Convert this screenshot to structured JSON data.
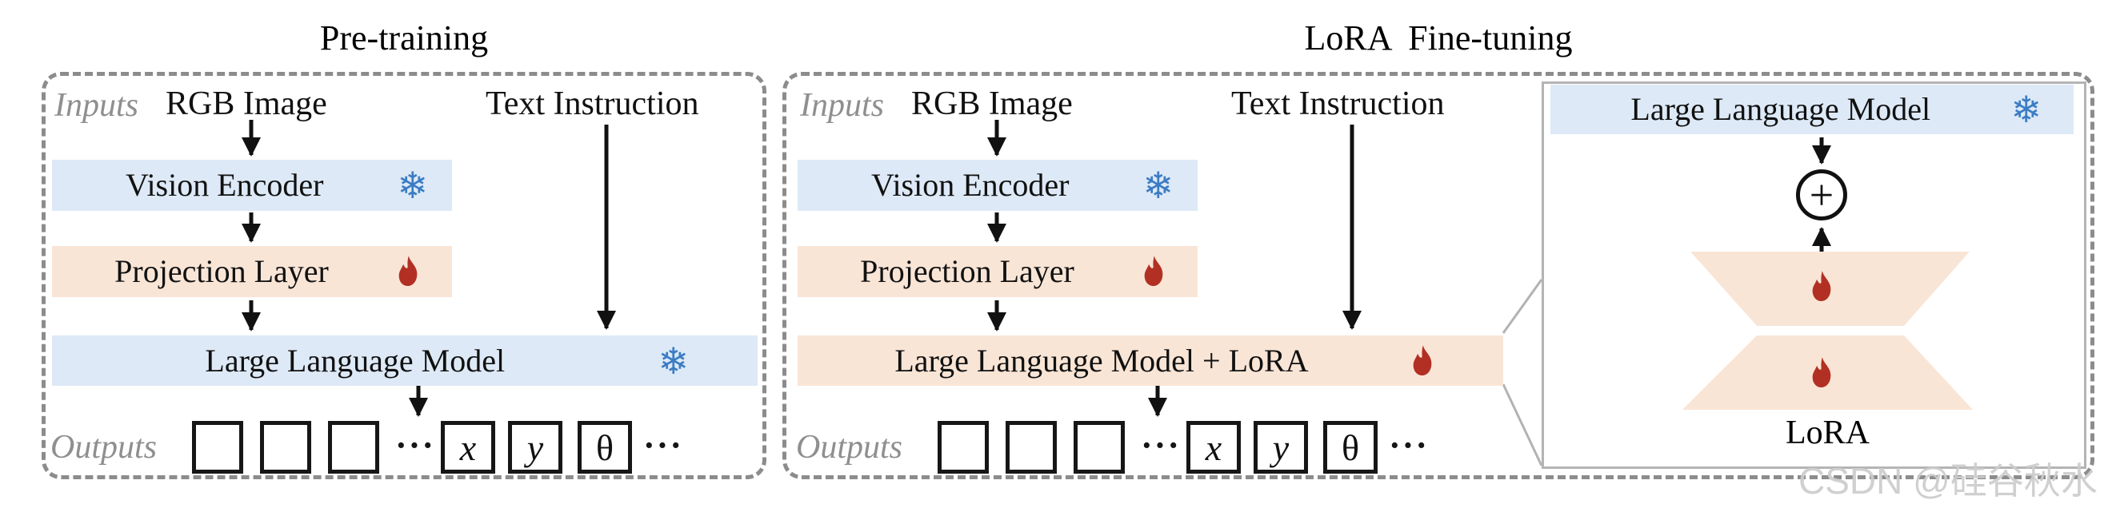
{
  "titles": {
    "left": "Pre-training",
    "right": "LoRA  Fine-tuning"
  },
  "panel_left": {
    "inputs_label": "Inputs",
    "input_rgb": "RGB Image",
    "input_text": "Text Instruction",
    "vision_encoder": "Vision Encoder",
    "projection_layer": "Projection Layer",
    "llm": "Large Language Model",
    "outputs_label": "Outputs",
    "tokens": [
      "x",
      "y",
      "θ"
    ],
    "ellipsis": "···"
  },
  "panel_right": {
    "inputs_label": "Inputs",
    "input_rgb": "RGB Image",
    "input_text": "Text Instruction",
    "vision_encoder": "Vision Encoder",
    "projection_layer": "Projection Layer",
    "llm": "Large Language Model + LoRA",
    "outputs_label": "Outputs",
    "tokens": [
      "x",
      "y",
      "θ"
    ],
    "ellipsis": "···"
  },
  "inset": {
    "llm": "Large Language Model",
    "plus": "+",
    "lora_label": "LoRA"
  },
  "icons": {
    "frozen_glyph": "❄",
    "frozen_name": "snowflake-frozen-icon",
    "trainable_name": "flame-trainable-icon"
  },
  "colors": {
    "bar_blue": "#dde9f6",
    "bar_peach": "#f9e5d6",
    "flame": "#b23023",
    "snowflake": "#3b7cc4",
    "dashed_border": "#8c8c8c",
    "inset_border": "#b4b4b4",
    "muted_label": "#8f8f8f",
    "arrow": "#111111",
    "callout_line": "#b2b2b2",
    "watermark": "#cdcdcd"
  },
  "watermark": "CSDN @硅谷秋水"
}
